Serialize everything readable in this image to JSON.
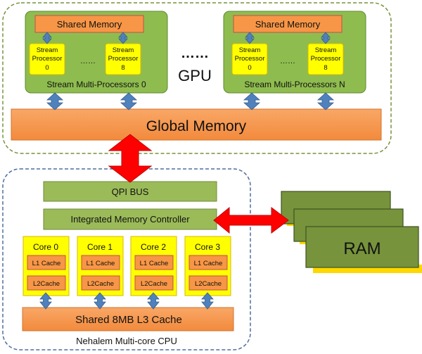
{
  "gpu": {
    "label": "GPU",
    "ellipsis": "……",
    "smp_left": {
      "shared_memory": "Shared Memory",
      "sp_first": {
        "line1": "Stream",
        "line2": "Processor",
        "index": "0"
      },
      "sp_last": {
        "line1": "Stream",
        "line2": "Processor",
        "index": "8"
      },
      "dots": "……",
      "caption": "Stream Multi-Processors 0"
    },
    "smp_right": {
      "shared_memory": "Shared Memory",
      "sp_first": {
        "line1": "Stream",
        "line2": "Processor",
        "index": "0"
      },
      "sp_last": {
        "line1": "Stream",
        "line2": "Processor",
        "index": "8"
      },
      "dots": "……",
      "caption": "Stream Multi-Processors N"
    },
    "global_memory": "Global Memory"
  },
  "cpu": {
    "qpi": "QPI BUS",
    "imc": "Integrated Memory Controller",
    "cores": [
      {
        "name": "Core 0",
        "l1": "L1 Cache",
        "l2": "L2Cache"
      },
      {
        "name": "Core 1",
        "l1": "L1 Cache",
        "l2": "L2Cache"
      },
      {
        "name": "Core 2",
        "l1": "L1 Cache",
        "l2": "L2Cache"
      },
      {
        "name": "Core 3",
        "l1": "L1 Cache",
        "l2": "L2Cache"
      }
    ],
    "l3": "Shared 8MB L3 Cache",
    "caption": "Nehalem Multi-core CPU"
  },
  "ram": {
    "label": "RAM"
  },
  "colors": {
    "orange": "#f79646",
    "green": "#9bbb59",
    "dark_green": "#77933c",
    "yellow": "#ffff00",
    "blue_arrow": "#4f81bd",
    "red_arrow": "#ff0000"
  }
}
